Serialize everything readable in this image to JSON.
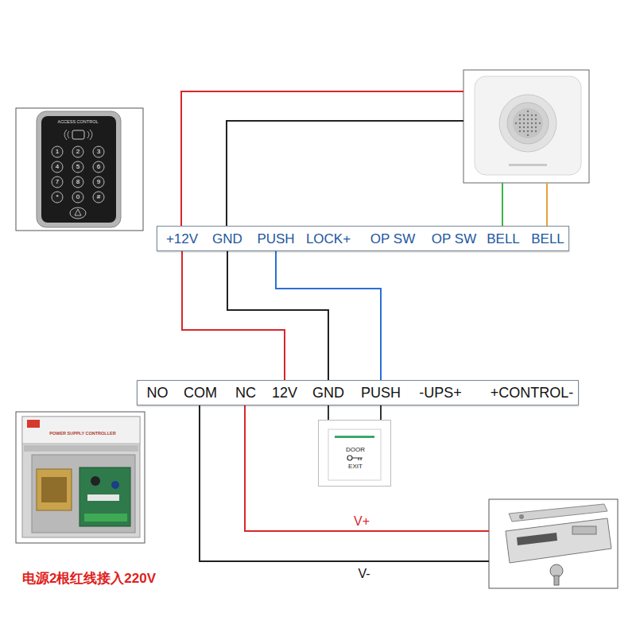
{
  "diagram": {
    "nodes": [
      {
        "text": [
          "+12V",
          "GND",
          "PUSH",
          "LOCK+",
          "OP SW",
          "OP SW",
          "BELL",
          "BELL"
        ]
      },
      {
        "text": [
          "NO",
          "COM",
          "NC",
          "12V",
          "GND",
          "PUSH",
          "-UPS+",
          "+CONTROL-"
        ]
      },
      {
        "text": [
          "DOOR",
          "EXIT"
        ]
      }
    ],
    "edges": [
      {
        "from": 0,
        "to": 1,
        "arrow": "none"
      },
      {
        "from": 0,
        "to": 1,
        "arrow": "none"
      },
      {
        "from": 0,
        "to": 1,
        "arrow": "none"
      },
      {
        "from": 1,
        "to": 2,
        "arrow": "none"
      },
      {
        "from": 1,
        "to": 2,
        "arrow": "none"
      }
    ],
    "labels": [
      "ACCESS CONTROL",
      "1",
      "2",
      "3",
      "4",
      "5",
      "6",
      "7",
      "8",
      "9",
      "*",
      "0",
      "#",
      "POWER SUPPLY CONTROLLER",
      "V+",
      "V-",
      "电源2根红线接入220V"
    ]
  }
}
